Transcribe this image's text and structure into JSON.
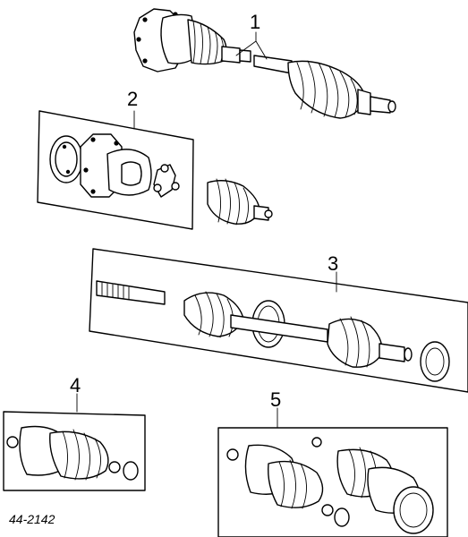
{
  "callouts": {
    "c1": "1",
    "c2": "2",
    "c3": "3",
    "c4": "4",
    "c5": "5"
  },
  "part_number": "44-2142",
  "parts": [
    "complete-axle-assembly",
    "inner-joint-kit",
    "axle-shaft-assembly",
    "outer-boot-kit",
    "boot-kit-set"
  ]
}
